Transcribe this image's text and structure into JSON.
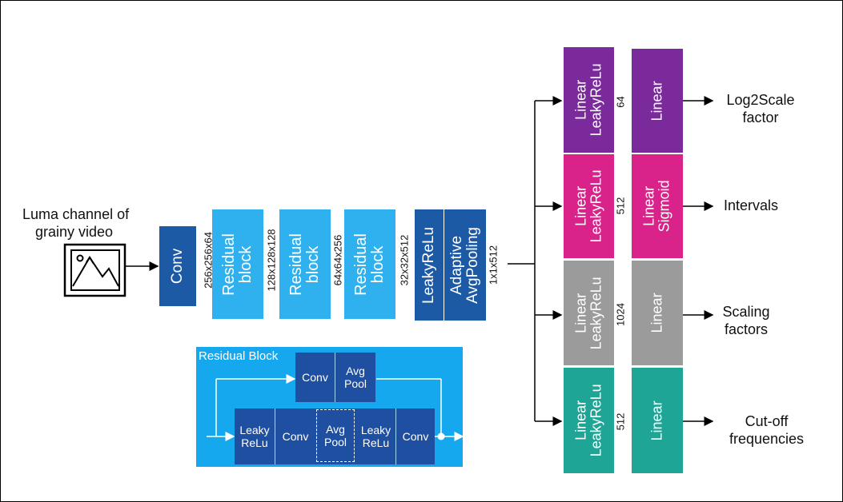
{
  "input": {
    "label_line1": "Luma channel of",
    "label_line2": "grainy video",
    "icon": "image-icon"
  },
  "backbone": {
    "conv": "Conv",
    "dim_conv": "256x256x64",
    "res1_l1": "Residual",
    "res1_l2": "block",
    "dim_res1": "128x128x128",
    "res2_l1": "Residual",
    "res2_l2": "block",
    "dim_res2": "64x64x256",
    "res3_l1": "Residual",
    "res3_l2": "block",
    "dim_res3": "32x32x512",
    "leaky": "LeakyReLu",
    "pool_l1": "Adaptive",
    "pool_l2": "AvgPooling",
    "dim_pool": "1x1x512"
  },
  "residual_block": {
    "title": "Residual Block",
    "top_conv": "Conv",
    "top_pool_l1": "Avg",
    "top_pool_l2": "Pool",
    "b1_l1": "Leaky",
    "b1_l2": "ReLu",
    "b2": "Conv",
    "b3_l1": "Avg",
    "b3_l2": "Pool",
    "b4_l1": "Leaky",
    "b4_l2": "ReLu",
    "b5": "Conv"
  },
  "heads": [
    {
      "a_l1": "Linear",
      "a_l2": "LeakyReLu",
      "dim": "64",
      "b_l1": "Linear",
      "b_l2": "",
      "out_l1": "Log2Scale",
      "out_l2": "factor",
      "color": "#7a2a9a"
    },
    {
      "a_l1": "Linear",
      "a_l2": "LeakyReLu",
      "dim": "512",
      "b_l1": "Linear",
      "b_l2": "Sigmoid",
      "out_l1": "Intervals",
      "out_l2": "",
      "color": "#d9228a"
    },
    {
      "a_l1": "Linear",
      "a_l2": "LeakyReLu",
      "dim": "1024",
      "b_l1": "Linear",
      "b_l2": "",
      "out_l1": "Scaling",
      "out_l2": "factors",
      "color": "#9b9b9b"
    },
    {
      "a_l1": "Linear",
      "a_l2": "LeakyReLu",
      "dim": "512",
      "b_l1": "Linear",
      "b_l2": "",
      "out_l1": "Cut-off",
      "out_l2": "frequencies",
      "color": "#1fa596"
    }
  ],
  "colors": {
    "dark_blue": "#1c5aa6",
    "light_blue": "#2eb1ee",
    "rb_bg": "#16a8ee",
    "rb_dark": "#1f4fa0"
  }
}
